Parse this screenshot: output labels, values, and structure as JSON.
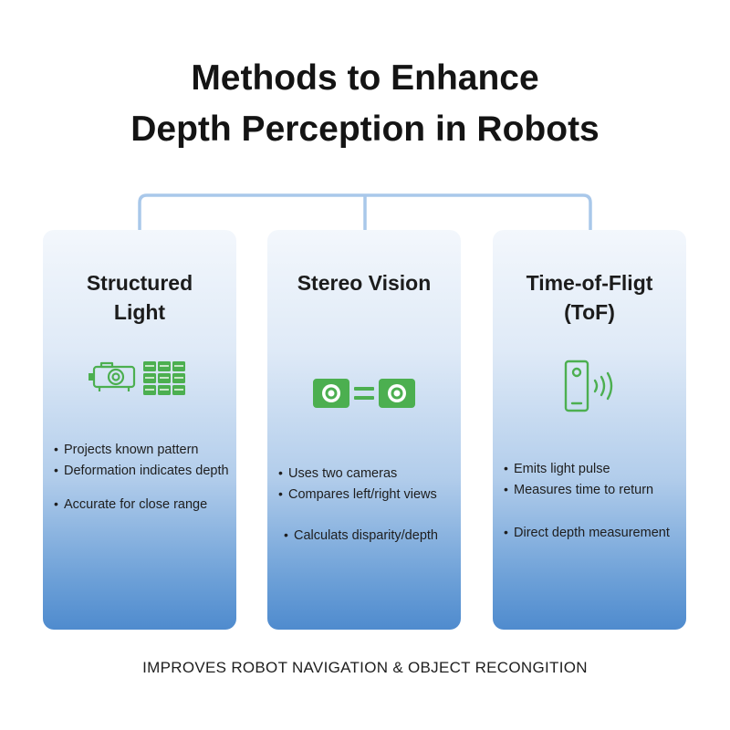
{
  "title": {
    "line1": "Methods to Enhance",
    "line2": "Depth Perception in Robots"
  },
  "colors": {
    "accent_green": "#4caf50",
    "connector_blue": "#a9c8ea",
    "card_bottom_blue": "#4f8bce"
  },
  "methods": [
    {
      "title_line1": "Structured",
      "title_line2": "Light",
      "icon": "projector-pattern-icon",
      "bullets": [
        "Projects known pattern",
        "Deformation indicates depth",
        "Accurate for close range"
      ]
    },
    {
      "title_line1": "Stereo Vision",
      "icon": "stereo-cameras-icon",
      "bullets": [
        "Uses two cameras",
        "Compares left/right views",
        "Calculats disparity/depth"
      ]
    },
    {
      "title_line1": "Time-of-Fligt",
      "title_line2": "(ToF)",
      "icon": "tof-sensor-icon",
      "bullets": [
        "Emits light pulse",
        "Measures time to return",
        "Direct depth measurement"
      ]
    }
  ],
  "footer": "IMPROVES ROBOT NAVIGATION & OBJECT RECONGITION"
}
